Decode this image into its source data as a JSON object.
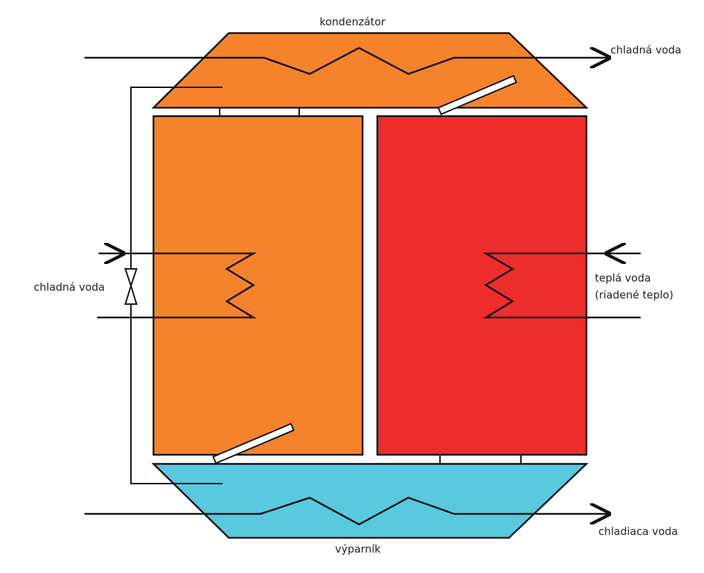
{
  "labels": {
    "top": "kondenzátor",
    "bottom": "výparník",
    "top_right_water": "chladná voda",
    "left_water": "chladná voda",
    "right_water_line1": "teplá voda",
    "right_water_line2": "(riadené teplo)",
    "bottom_right_water": "chladiaca voda"
  },
  "colors": {
    "condenser": "#f5832b",
    "generator": "#f5832b",
    "absorber": "#ee2d2d",
    "evaporator": "#58c9de",
    "line": "#111111",
    "background": "#ffffff"
  }
}
